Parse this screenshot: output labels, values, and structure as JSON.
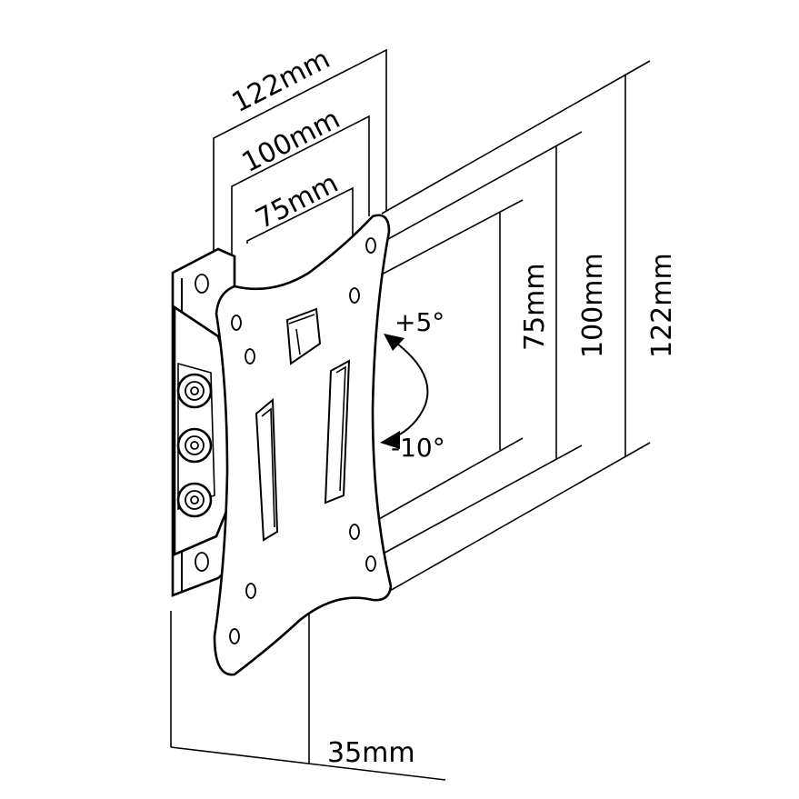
{
  "dimensions": {
    "width_outer": "122mm",
    "width_mid": "100mm",
    "width_inner": "75mm",
    "height_inner": "75mm",
    "height_mid": "100mm",
    "height_outer": "122mm",
    "depth": "35mm"
  },
  "tilt": {
    "up": "+5°",
    "down": "-10°"
  }
}
